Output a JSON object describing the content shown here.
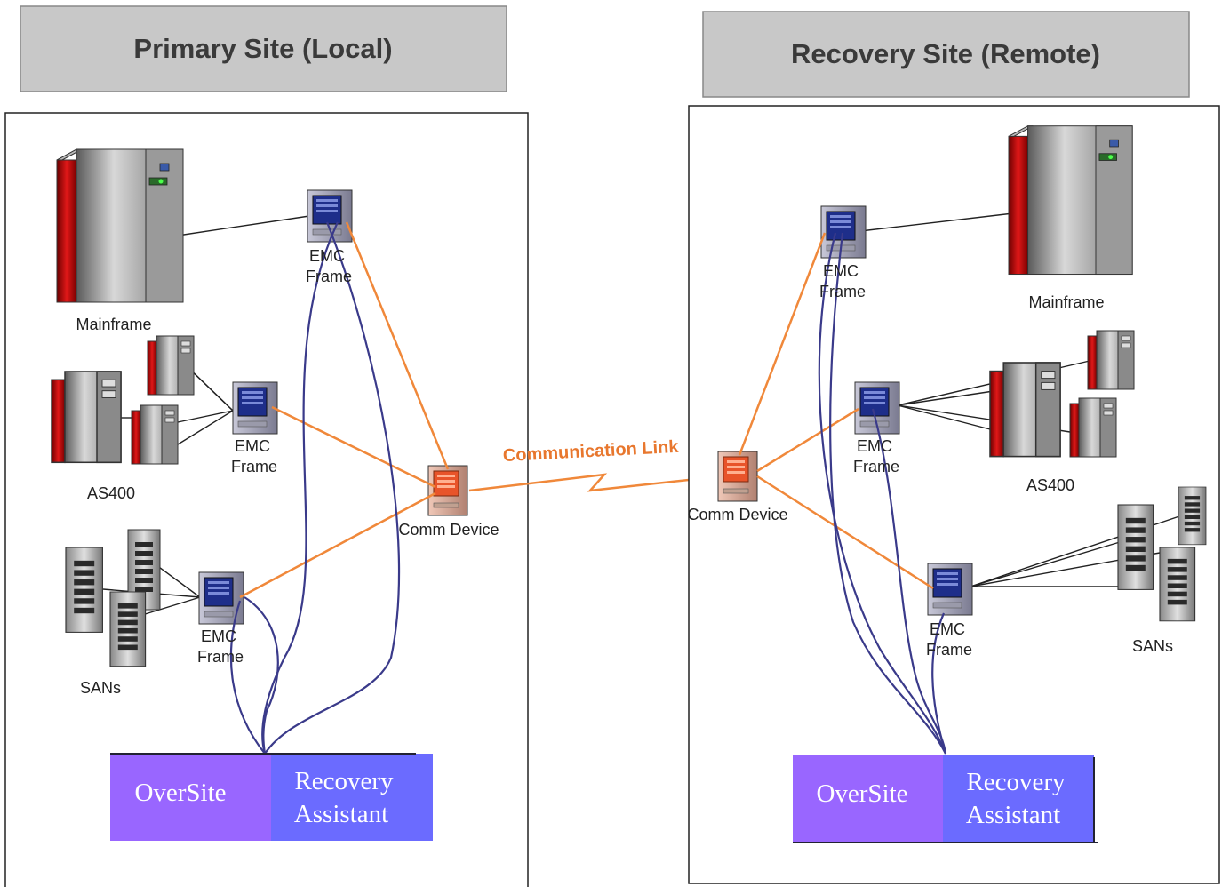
{
  "primary_site": {
    "title": "Primary Site (Local)",
    "labels": {
      "mainframe": "Mainframe",
      "as400": "AS400",
      "sans": "SANs",
      "emc_top": [
        "EMC",
        "Frame"
      ],
      "emc_mid": [
        "EMC",
        "Frame"
      ],
      "emc_bot": [
        "EMC",
        "Frame"
      ],
      "comm_device": "Comm Device"
    },
    "oversite": "OverSite",
    "recovery_assistant": [
      "Recovery",
      "Assistant"
    ]
  },
  "recovery_site": {
    "title": "Recovery Site (Remote)",
    "labels": {
      "mainframe": "Mainframe",
      "as400": "AS400",
      "sans": "SANs",
      "emc_top": [
        "EMC",
        "Frame"
      ],
      "emc_mid": [
        "EMC",
        "Frame"
      ],
      "emc_bot": [
        "EMC",
        "Frame"
      ],
      "comm_device": "Comm Device"
    },
    "oversite": "OverSite",
    "recovery_assistant": [
      "Recovery",
      "Assistant"
    ]
  },
  "link_label": "Communication Link",
  "colors": {
    "header_fill": "#c8c8c8",
    "orange_link": "#f0883a",
    "blue_cable": "#3a3a8a",
    "oversite_fill": "#9966ff",
    "recovery_fill": "#6b6bff"
  }
}
